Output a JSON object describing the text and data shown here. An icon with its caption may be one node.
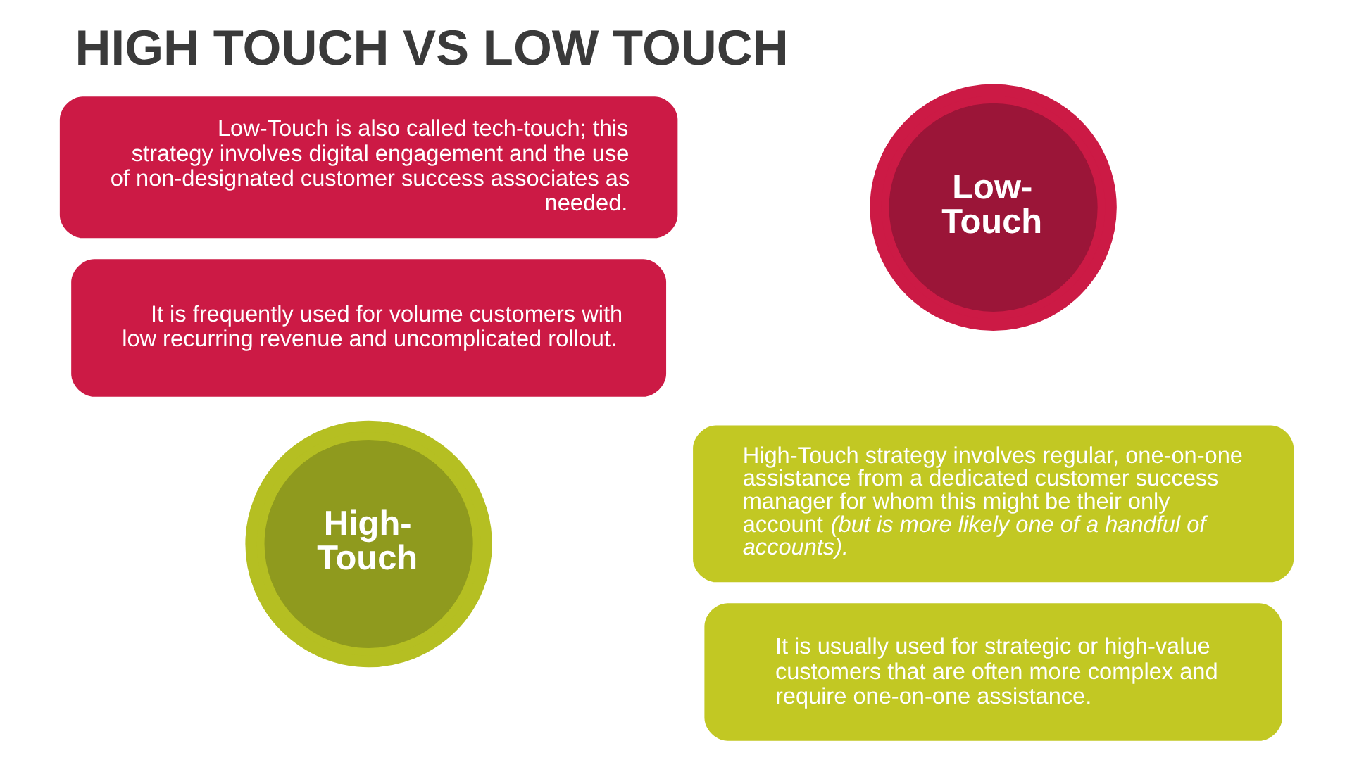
{
  "diagram": {
    "title": "HIGH TOUCH VS LOW TOUCH",
    "nodes": [
      {
        "text": [
          "High-Touch"
        ]
      },
      {
        "text": [
          "High-Touch strategy involves regular, one-on-one assistance from a dedicated customer success manager for whom this might be their only account *(but is more likely one of a handful of accounts).*"
        ]
      },
      {
        "text": [
          "It is usually used for strategic or high-value customers that are often more complex and require one-on-one assistance."
        ]
      },
      {
        "text": [
          "Low-Touch is also called tech-touch; this strategy involves digital engagement and the use of non-designated customer success associates as needed."
        ]
      },
      {
        "text": [
          "It is frequently used for volume customers with low recurring revenue and uncomplicated rollout."
        ]
      },
      {
        "text": [
          "Low-Touch"
        ]
      }
    ],
    "edges": []
  }
}
